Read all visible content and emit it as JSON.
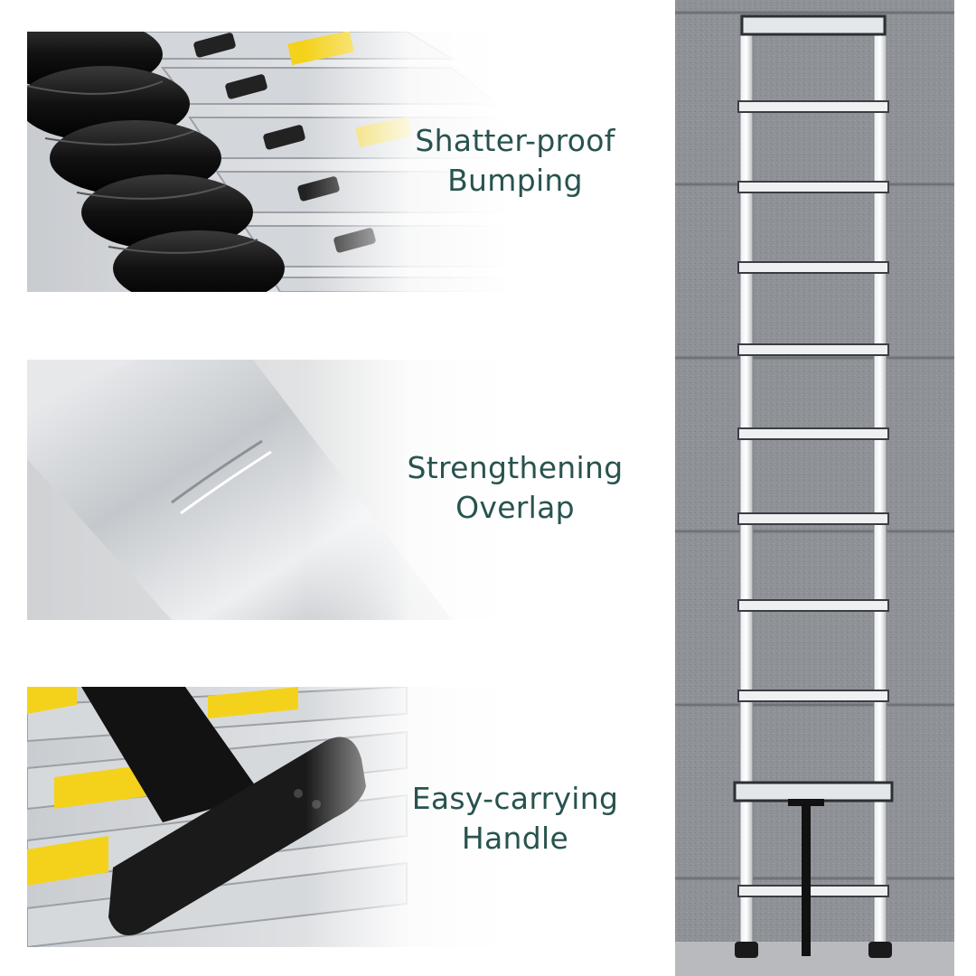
{
  "features": [
    {
      "line1": "Shatter-proof",
      "line2": "Bumping"
    },
    {
      "line1": "Strengthening",
      "line2": "Overlap"
    },
    {
      "line1": "Easy-carrying",
      "line2": "Handle"
    }
  ],
  "colors": {
    "caption_text": "#28534f",
    "aluminum": "#c9ccd0",
    "rubber_black": "#1c1c1c",
    "warning_yellow": "#f4d21c",
    "wall_gray": "#8f9296"
  }
}
